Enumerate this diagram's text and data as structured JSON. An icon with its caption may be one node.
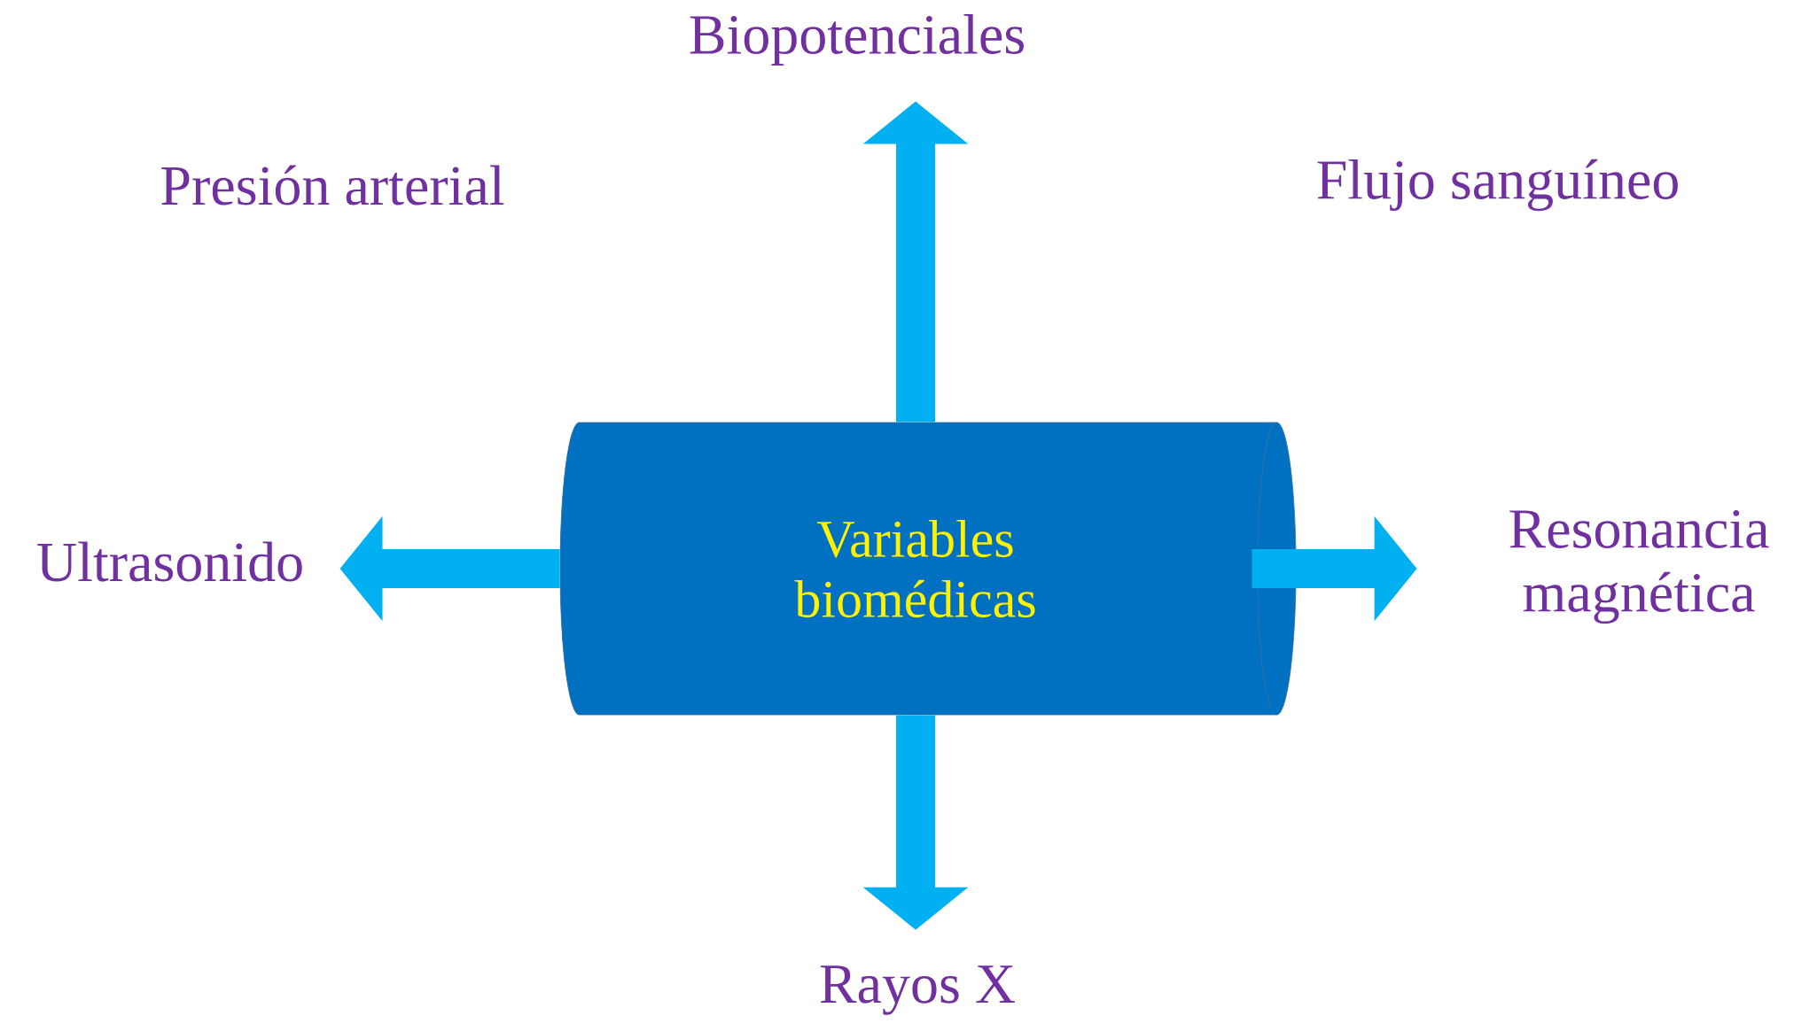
{
  "diagram": {
    "nodes": [
      {
        "text": [
          "Variables biomédicas"
        ]
      },
      {
        "text": [
          "Biopotenciales"
        ]
      },
      {
        "text": [
          "Presión arterial"
        ]
      },
      {
        "text": [
          "Flujo sanguíneo"
        ]
      },
      {
        "text": [
          "Ultrasonido"
        ]
      },
      {
        "text": [
          "Resonancia magnética"
        ]
      },
      {
        "text": [
          "Rayos X"
        ]
      }
    ],
    "edges": [
      {
        "from": 0,
        "to": 1,
        "arrow": "to"
      },
      {
        "from": 0,
        "to": 4,
        "arrow": "to"
      },
      {
        "from": 0,
        "to": 5,
        "arrow": "to"
      },
      {
        "from": 0,
        "to": 6,
        "arrow": "to"
      }
    ]
  }
}
